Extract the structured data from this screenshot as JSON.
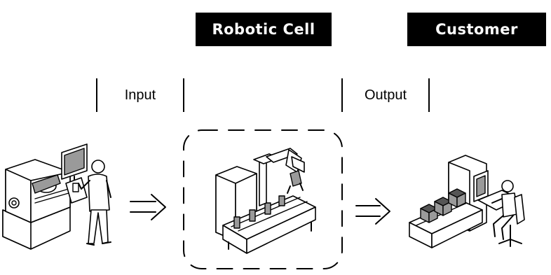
{
  "labels": {
    "robotic_cell": "Robotic Cell",
    "customer": "Customer",
    "input": "Input",
    "output": "Output"
  },
  "icons": [
    "cnc-machine-operator-icon",
    "robotic-cell-icon",
    "customer-workstation-icon",
    "arrow-right-icon"
  ],
  "colors": {
    "label_fill": "#000000",
    "label_text": "#ffffff",
    "line": "#000000",
    "machine_gray": "#9a9a9a"
  }
}
